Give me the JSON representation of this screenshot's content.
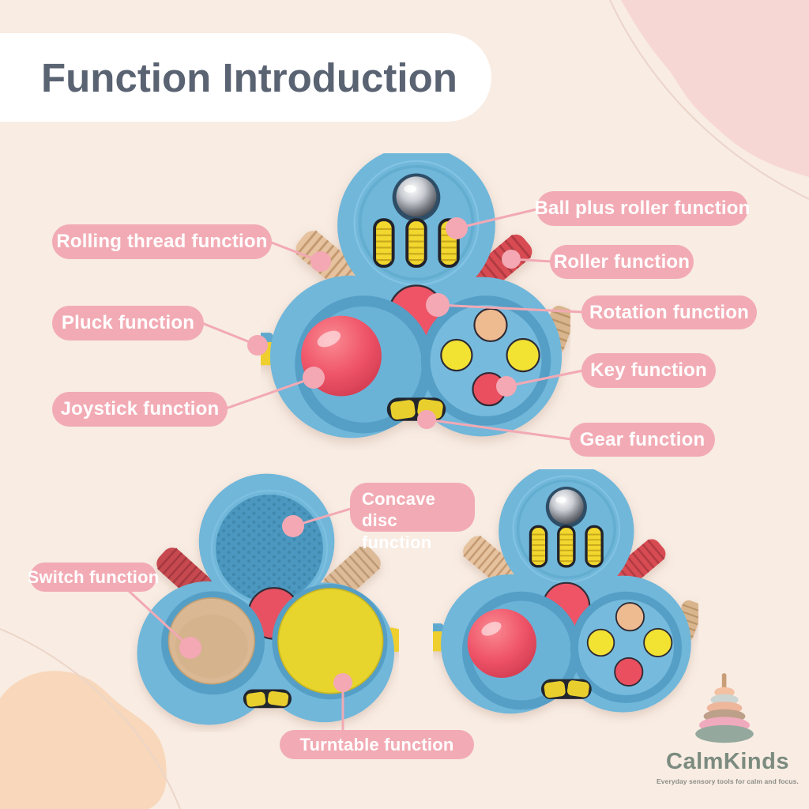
{
  "title": "Function Introduction",
  "labels": [
    {
      "id": "rolling-thread",
      "text": "Rolling thread function"
    },
    {
      "id": "ball-plus-roller",
      "text": "Ball plus roller function"
    },
    {
      "id": "roller",
      "text": "Roller function"
    },
    {
      "id": "pluck",
      "text": "Pluck function"
    },
    {
      "id": "rotation",
      "text": "Rotation function"
    },
    {
      "id": "key",
      "text": "Key function"
    },
    {
      "id": "joystick",
      "text": "Joystick function"
    },
    {
      "id": "gear",
      "text": "Gear function"
    },
    {
      "id": "concave-disc",
      "text": "Concave disc function"
    },
    {
      "id": "switch",
      "text": "Switch function"
    },
    {
      "id": "turntable",
      "text": "Turntable function"
    }
  ],
  "brand": {
    "name": "CalmKinds",
    "tagline": "Everyday sensory tools for calm and focus."
  },
  "colors": {
    "background": "#f8ece3",
    "banner": "#ffffff",
    "title_text": "#5a6372",
    "label_pill": "#f2abb4",
    "label_text": "#ffffff",
    "callout_line": "#f2a9b4",
    "blob_pink": "#f7d7d3",
    "blob_peach": "#f8d7ba",
    "toy_body_blue": "#6fb7da",
    "toy_pad_blue": "#549ec6",
    "accent_red": "#ee5366",
    "accent_yellow": "#f2d72e",
    "accent_tan": "#ecba90",
    "brand_text": "#7b8b7f",
    "tagline_text": "#8d8d88"
  }
}
